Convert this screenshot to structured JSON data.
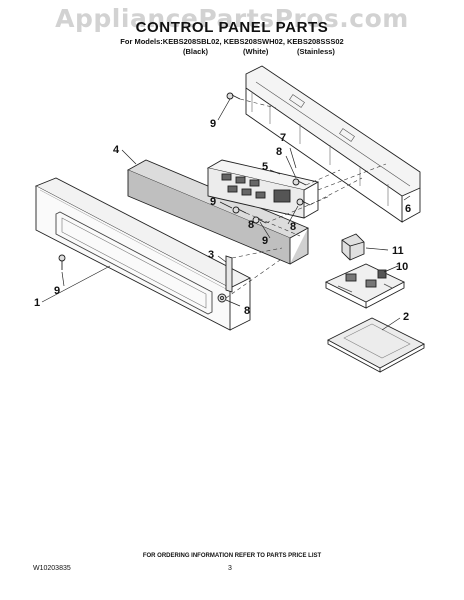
{
  "watermark": "AppliancePartsPros.com",
  "title": "CONTROL PANEL PARTS",
  "models_line": "For Models:KEBS208SBL02, KEBS208SWH02, KEBS208SSS02",
  "finishes": [
    "(Black)",
    "(White)",
    "(Stainless)"
  ],
  "part_labels": [
    "9",
    "7",
    "8",
    "5",
    "4",
    "9",
    "8",
    "6",
    "8",
    "9",
    "11",
    "3",
    "10",
    "9",
    "2",
    "1",
    "8"
  ],
  "footer_note": "FOR ORDERING INFORMATION REFER TO PARTS PRICE LIST",
  "doc_id": "W10203835",
  "page_number": "3"
}
